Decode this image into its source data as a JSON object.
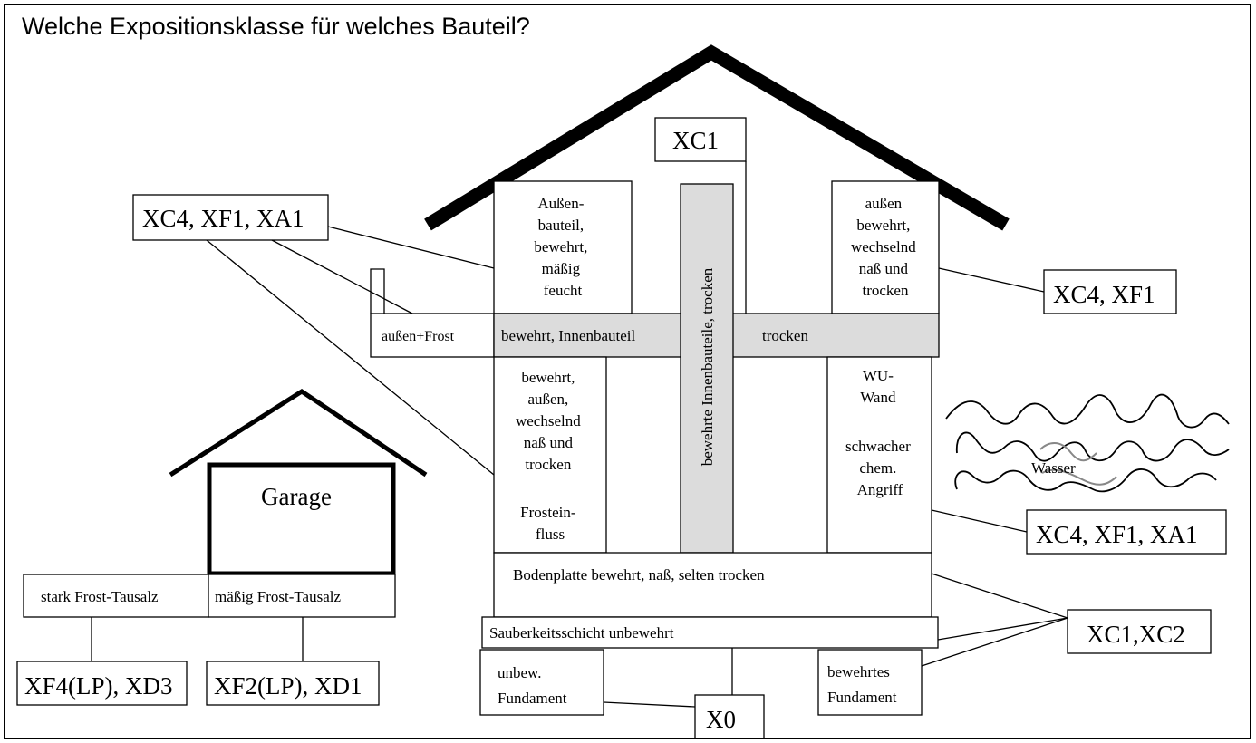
{
  "title": "Welche Expositionsklasse für welches Bauteil?",
  "classes": {
    "xc1_top": "XC1",
    "left_xc4_xf1_xa1": "XC4, XF1, XA1",
    "right_xc4_xf1": "XC4, XF1",
    "right_xc4_xf1_xa1": "XC4, XF1, XA1",
    "xc1_xc2": "XC1,XC2",
    "x0": "X0",
    "xf4_xd3": "XF4(LP), XD3",
    "xf2_xd1": "XF2(LP), XD1"
  },
  "components": {
    "aussenbauteil": [
      "Außen-",
      "bauteil,",
      "bewehrt,",
      "mäßig",
      "feucht"
    ],
    "aussen_bewehrt": [
      "außen",
      "bewehrt,",
      "wechselnd",
      "naß und",
      "trocken"
    ],
    "aussen_frost": "außen+Frost",
    "bewehrt_innenbauteil": "bewehrt, Innenbauteil",
    "trocken": "trocken",
    "innenbauteile_vertical": "bewehrte Innenbauteile, trocken",
    "wand_links": [
      "bewehrt,",
      "außen,",
      "wechselnd",
      "naß und",
      "trocken",
      "",
      "Frostein-",
      "fluss"
    ],
    "wand_rechts": [
      "WU-",
      "Wand",
      "",
      "schwacher",
      "chem.",
      "Angriff"
    ],
    "bodenplatte": "Bodenplatte bewehrt, naß, selten trocken",
    "sauberkeitsschicht": "Sauberkeitsschicht unbewehrt",
    "unbew_fundament": [
      "unbew.",
      "Fundament"
    ],
    "bewehrtes_fundament": [
      "bewehrtes",
      "Fundament"
    ],
    "garage": "Garage",
    "stark_frost": "stark Frost-Tausalz",
    "maessig_frost": "mäßig Frost-Tausalz",
    "wasser": "Wasser"
  }
}
